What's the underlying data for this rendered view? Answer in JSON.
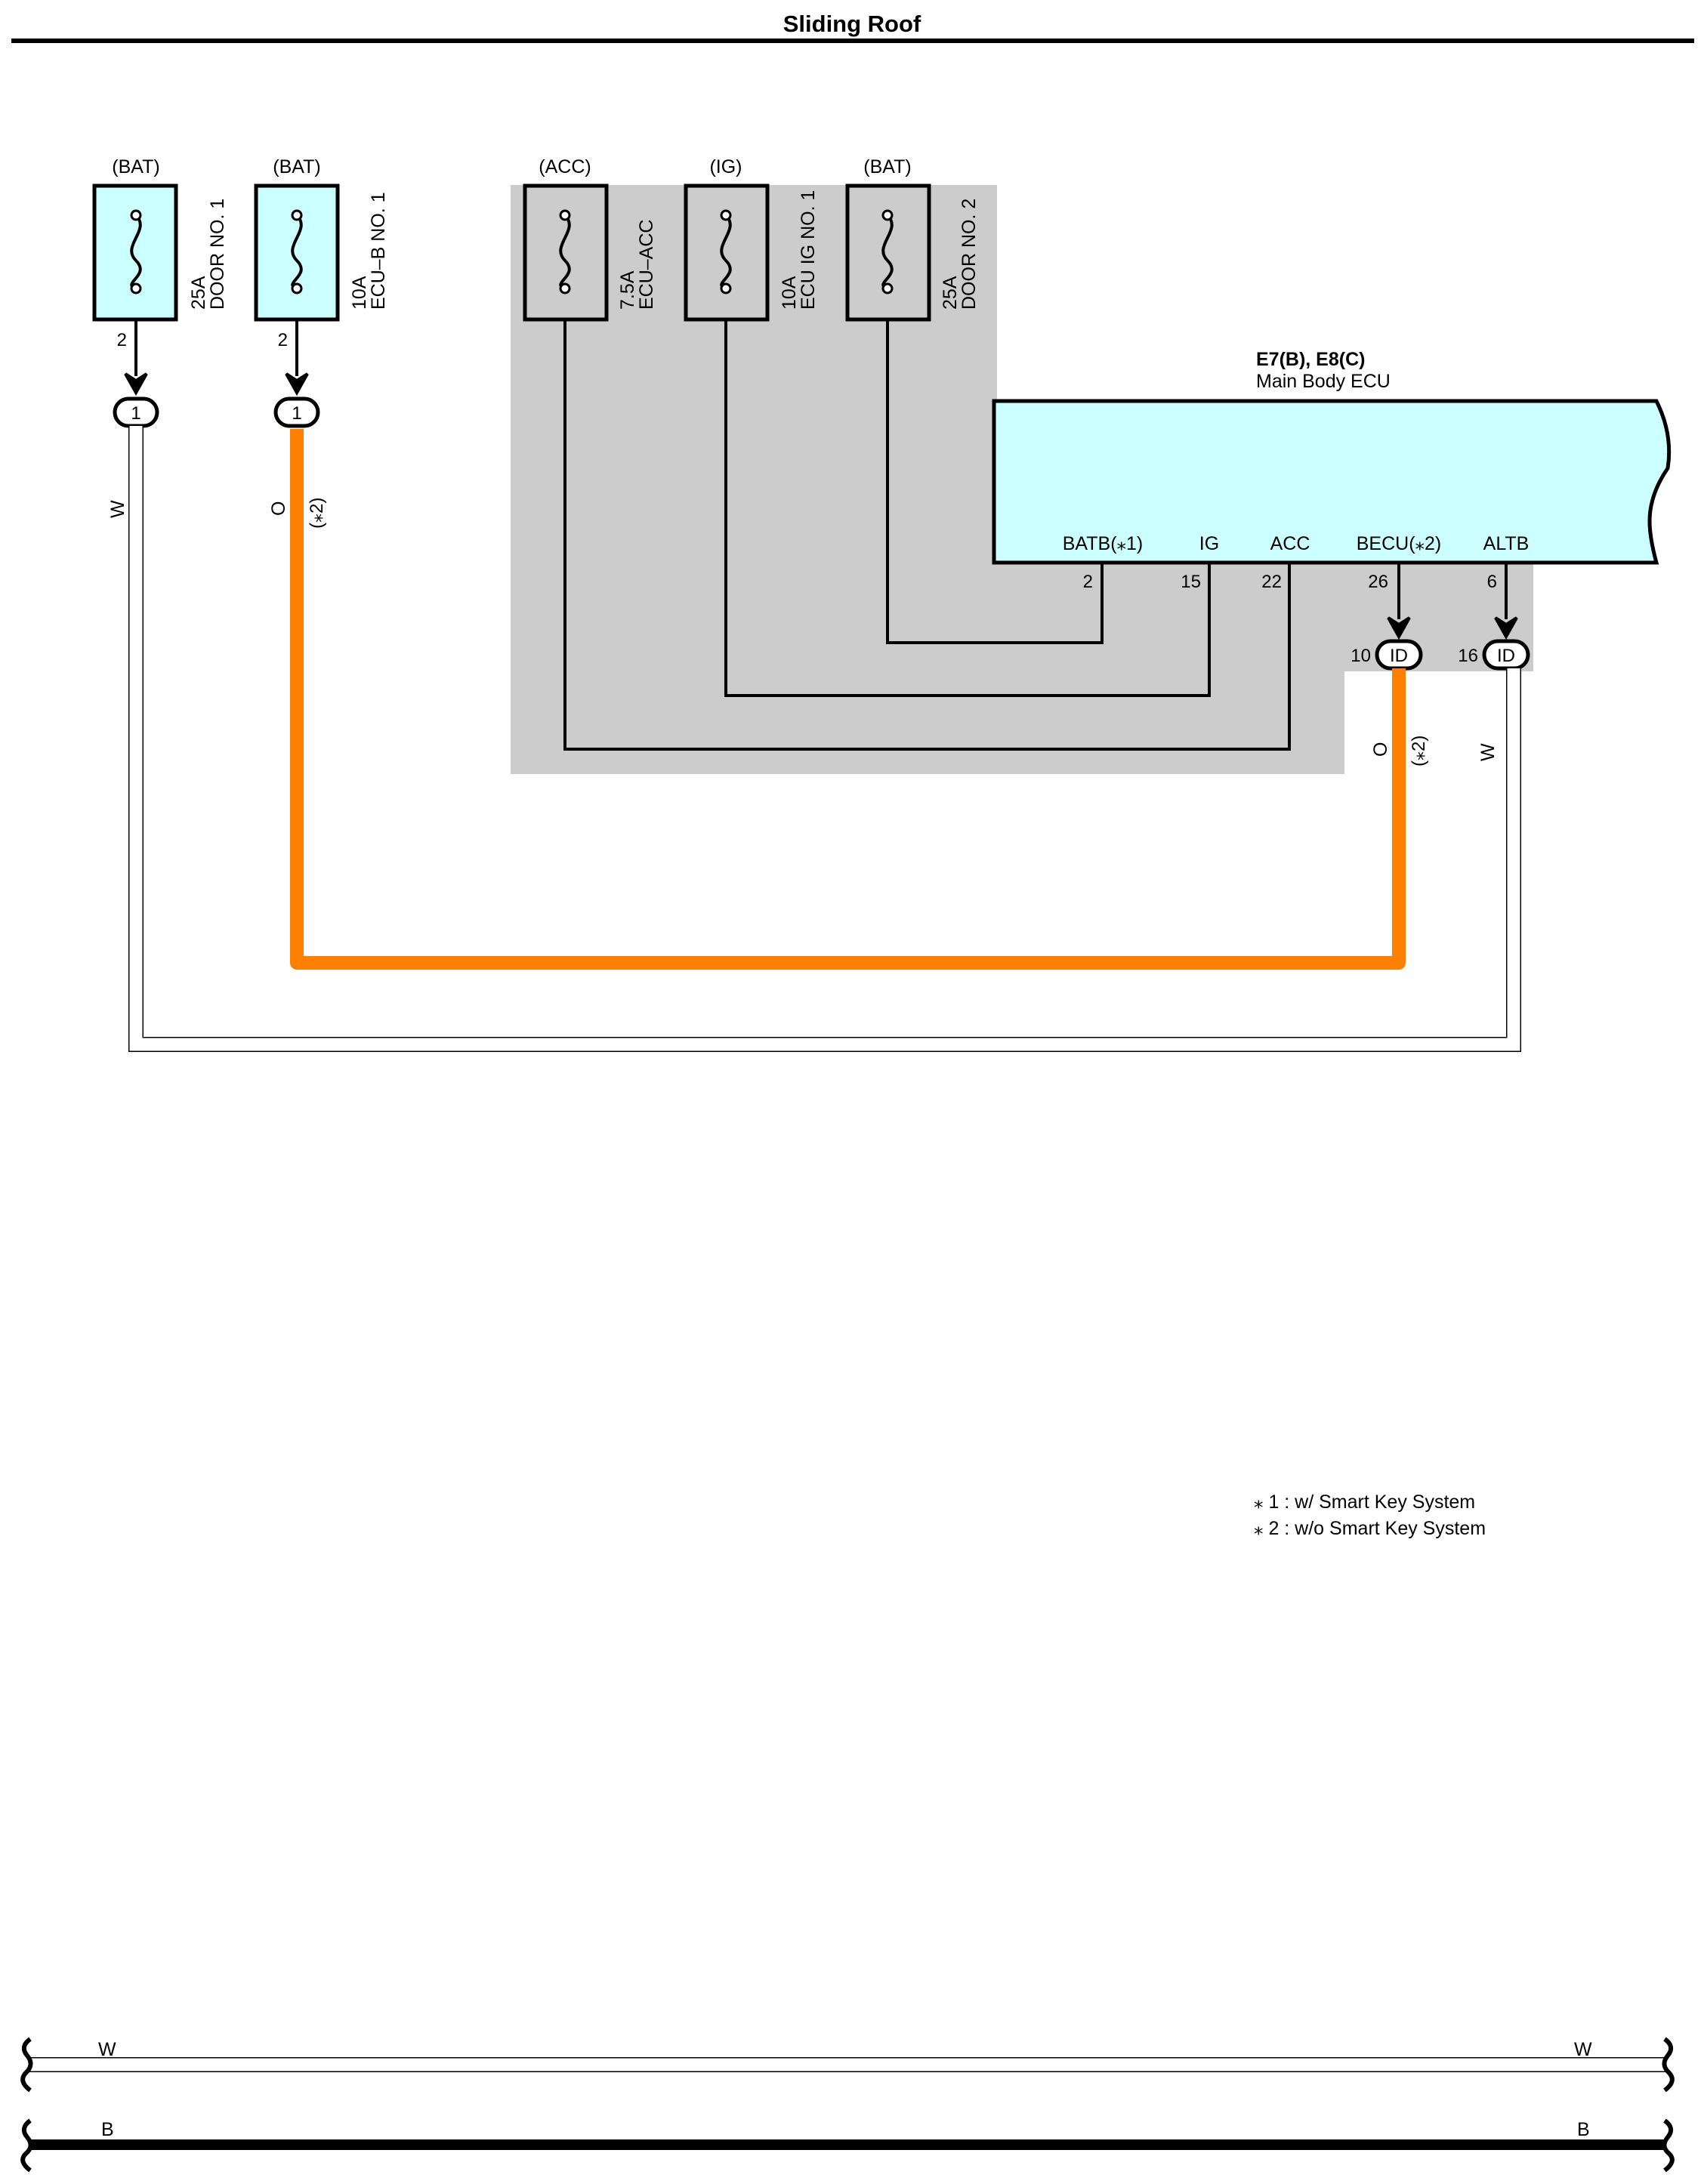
{
  "title": "Sliding Roof",
  "fuses": [
    {
      "source": "(BAT)",
      "rating": "25A",
      "name": "DOOR NO. 1",
      "pin": "2",
      "connector": "1"
    },
    {
      "source": "(BAT)",
      "rating": "10A",
      "name": "ECU–B NO. 1",
      "pin": "2",
      "connector": "1"
    },
    {
      "source": "(ACC)",
      "rating": "7.5A",
      "name": "ECU–ACC"
    },
    {
      "source": "(IG)",
      "rating": "10A",
      "name": "ECU IG NO. 1"
    },
    {
      "source": "(BAT)",
      "rating": "25A",
      "name": "DOOR NO. 2"
    }
  ],
  "ecu": {
    "code": "E7(B), E8(C)",
    "name": "Main Body ECU",
    "terminals": [
      {
        "name": "BATB(⁎1)",
        "pin": "2"
      },
      {
        "name": "IG",
        "pin": "15"
      },
      {
        "name": "ACC",
        "pin": "22"
      },
      {
        "name": "BECU(⁎2)",
        "pin": "26"
      },
      {
        "name": "ALTB",
        "pin": "6"
      }
    ]
  },
  "junctions": [
    {
      "pin": "10",
      "label": "ID"
    },
    {
      "pin": "16",
      "label": "ID"
    }
  ],
  "wires": {
    "w_left": "W",
    "o_left": "O",
    "o_left_note": "(⁎2)",
    "o_right": "O",
    "o_right_note": "(⁎2)",
    "w_right": "W"
  },
  "notes": [
    "⁎ 1 : w/ Smart Key System",
    "⁎ 2 : w/o Smart Key System"
  ],
  "bus": {
    "top_left": "W",
    "top_right": "W",
    "bottom_left": "B",
    "bottom_right": "B"
  },
  "colors": {
    "fuse_fill": "#ccffff",
    "ecu_fill": "#ccffff",
    "shade": "#cccccc",
    "orange_wire": "#ff8000",
    "white_wire": "#ffffff",
    "black_wire": "#000000"
  }
}
